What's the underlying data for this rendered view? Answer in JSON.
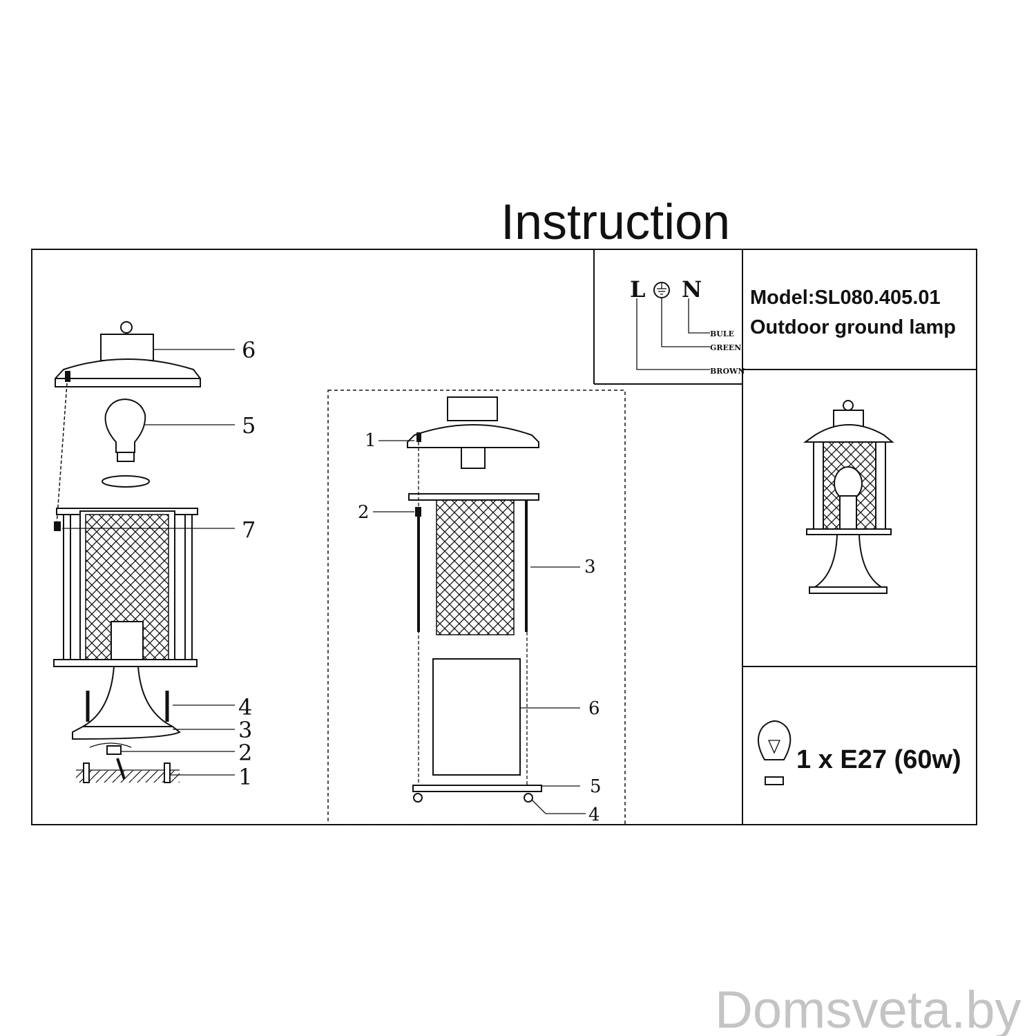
{
  "title": "Instruction",
  "model": "Model:SL080.405.01",
  "product": "Outdoor ground lamp",
  "wiring": {
    "terminals": [
      "L",
      "N"
    ],
    "ground_symbol": "earth-icon",
    "wires": [
      "BULE",
      "GREEN",
      "BROWN"
    ]
  },
  "bulb_spec": "1 x E27 (60w)",
  "left_diagram_labels": [
    "6",
    "5",
    "7",
    "4",
    "3",
    "2",
    "1"
  ],
  "middle_diagram_labels": [
    "1",
    "2",
    "3",
    "6",
    "5",
    "4"
  ],
  "watermark": "Domsveta.by"
}
